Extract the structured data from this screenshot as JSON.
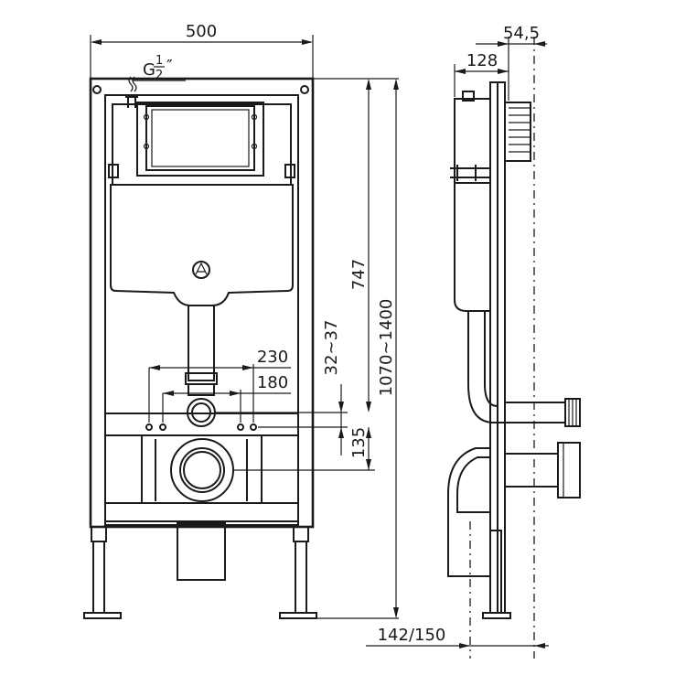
{
  "dimensions": {
    "frame_width": "500",
    "inlet_thread": "G½″",
    "inlet_thread_fraction_num": "1",
    "inlet_thread_fraction_den": "2",
    "inlet_thread_prefix": "G",
    "inlet_thread_suffix": "″",
    "side_depth_total": "54,5",
    "side_depth": "128",
    "height_cistern": "747",
    "height_frame": "1070~1400",
    "pipe_offset": "32~37",
    "bolt_spacing_outer": "230",
    "bolt_spacing_inner": "180",
    "bolt_height": "135",
    "wall_depth": "142/150"
  }
}
